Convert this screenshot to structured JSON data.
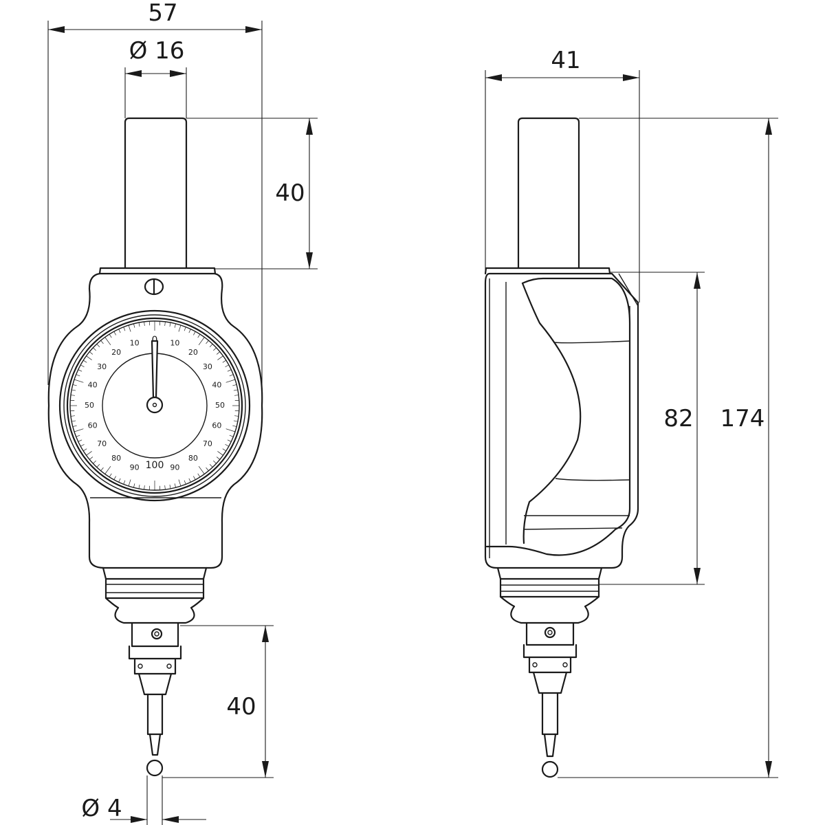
{
  "dimensions": {
    "overall_width": "57",
    "shank_diameter": "Ø 16",
    "shank_length": "40",
    "side_width": "41",
    "body_height": "82",
    "overall_height": "174",
    "stylus_length": "40",
    "ball_diameter": "Ø 4"
  },
  "dial": {
    "left_labels": [
      "10",
      "20",
      "30",
      "40",
      "50",
      "60",
      "70",
      "80",
      "90"
    ],
    "right_labels": [
      "10",
      "20",
      "30",
      "40",
      "50",
      "60",
      "70",
      "80",
      "90"
    ],
    "top_label": "0",
    "bottom_label": "100",
    "divisions": 100
  }
}
